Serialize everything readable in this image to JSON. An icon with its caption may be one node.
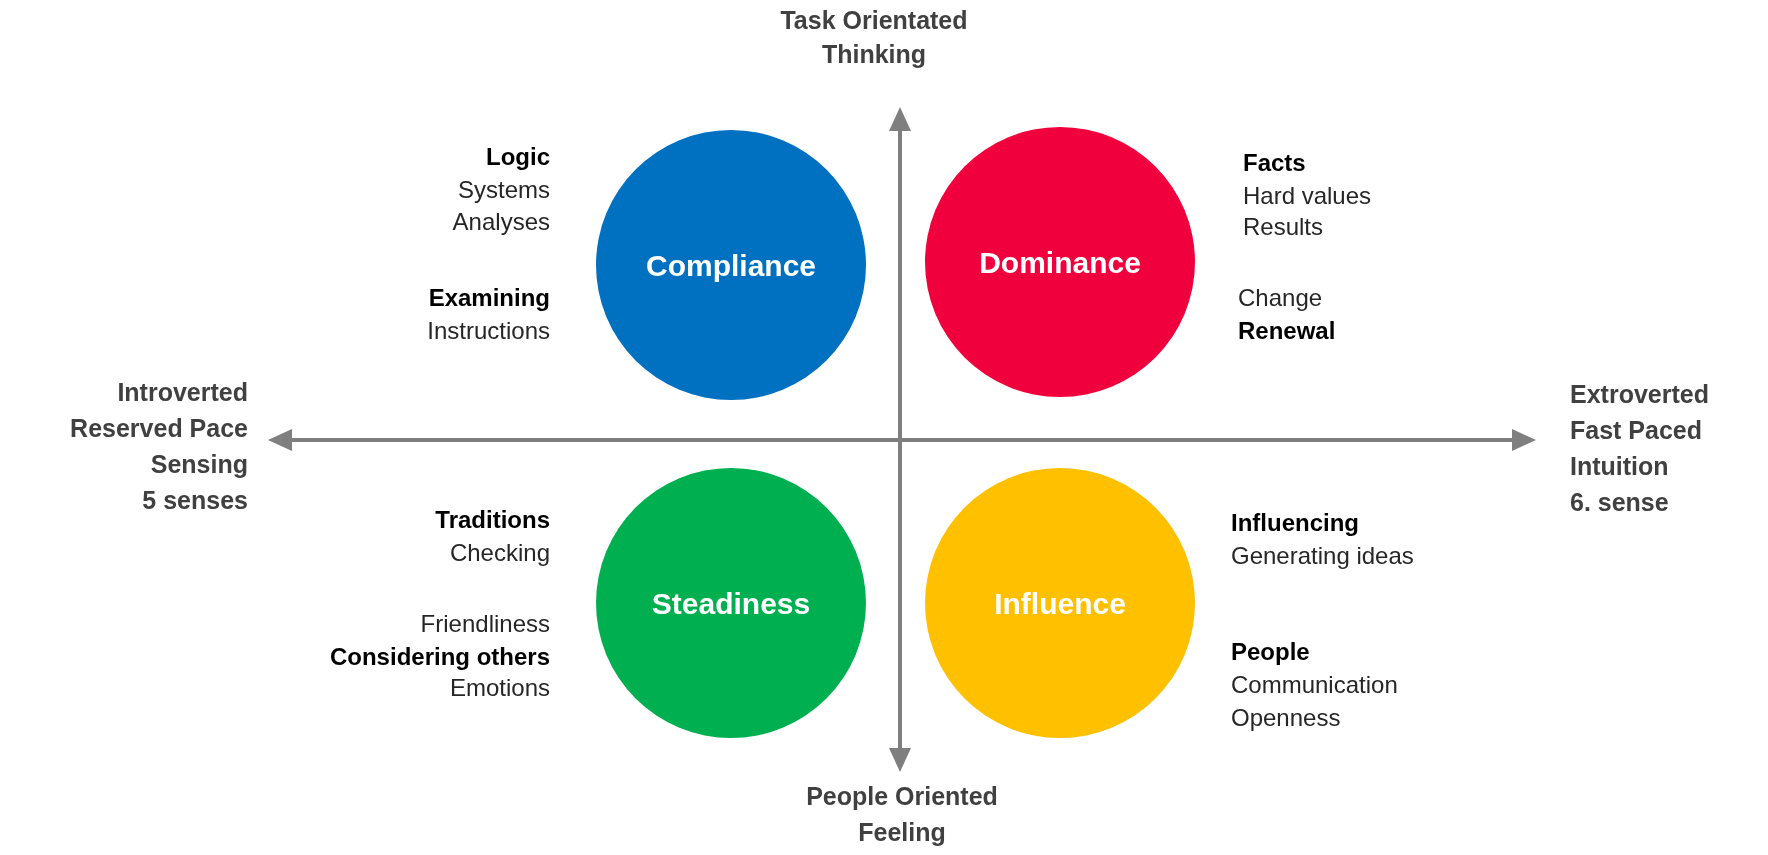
{
  "diagram": {
    "nodes": [
      {
        "text": [
          "Compliance"
        ]
      },
      {
        "text": [
          "Dominance"
        ]
      },
      {
        "text": [
          "Steadiness"
        ]
      },
      {
        "text": [
          "Influence"
        ]
      }
    ],
    "labels": [
      "Task Orientated",
      "Thinking",
      "Logic",
      "Systems",
      "Analyses",
      "Facts",
      "Hard values",
      "Results",
      "Examining",
      "Instructions",
      "Change",
      "Renewal",
      "Introverted",
      "Reserved Pace",
      "Sensing",
      "5 senses",
      "Extroverted",
      "Fast Paced",
      "Intuition",
      "6. sense",
      "Traditions",
      "Checking",
      "Influencing",
      "Generating ideas",
      "Friendliness",
      "Considering others",
      "Emotions",
      "People",
      "Communication",
      "Openness",
      "People Oriented",
      "Feeling"
    ]
  }
}
